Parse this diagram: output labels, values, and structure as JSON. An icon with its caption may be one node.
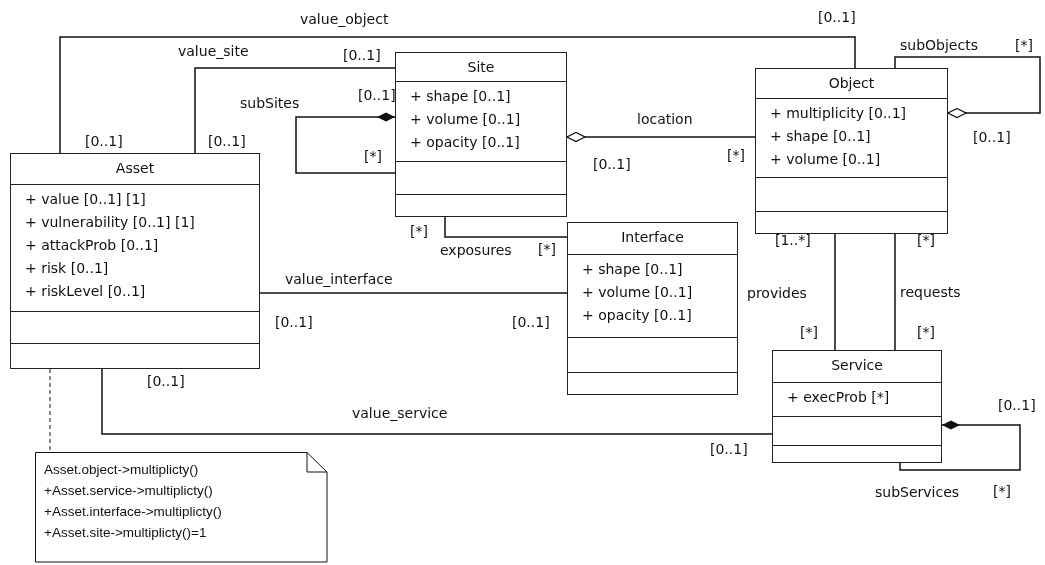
{
  "diagram": {
    "nodes": [
      {
        "text": [
          "Asset",
          "+ value [0..1] [1]",
          "+ vulnerability [0..1] [1]",
          "+ attackProb [0..1]",
          "+ risk [0..1]",
          "+ riskLevel [0..1]"
        ]
      },
      {
        "text": [
          "Site",
          "+ shape [0..1]",
          "+ volume [0..1]",
          "+ opacity [0..1]"
        ]
      },
      {
        "text": [
          "Object",
          "+ multiplicity [0..1]",
          "+ shape [0..1]",
          "+ volume [0..1]"
        ]
      },
      {
        "text": [
          "Interface",
          "+ shape [0..1]",
          "+ volume [0..1]",
          "+ opacity [0..1]"
        ]
      },
      {
        "text": [
          "Service",
          "+ execProb [*]"
        ]
      },
      {
        "text": [
          "Asset.object->multiplicty() +Asset.service->multiplicty() +Asset.interface->multiplicty() +Asset.site->multiplicty()=1"
        ]
      }
    ],
    "edges": [
      {
        "from": 0,
        "to": 2,
        "arrow": "none",
        "label": "value_object"
      },
      {
        "from": 0,
        "to": 1,
        "arrow": "none",
        "label": "value_site"
      },
      {
        "from": 1,
        "to": 1,
        "arrow": "other",
        "label": "subSites"
      },
      {
        "from": 1,
        "to": 2,
        "arrow": "other",
        "label": "location"
      },
      {
        "from": 2,
        "to": 2,
        "arrow": "other",
        "label": "subObjects"
      },
      {
        "from": 1,
        "to": 3,
        "arrow": "none",
        "label": "exposures"
      },
      {
        "from": 0,
        "to": 3,
        "arrow": "none",
        "label": "value_interface"
      },
      {
        "from": 0,
        "to": 4,
        "arrow": "none",
        "label": "value_service"
      },
      {
        "from": 2,
        "to": 4,
        "arrow": "none",
        "label": "provides"
      },
      {
        "from": 2,
        "to": 4,
        "arrow": "none",
        "label": "requests"
      },
      {
        "from": 4,
        "to": 4,
        "arrow": "other",
        "label": "subServices"
      },
      {
        "from": 0,
        "to": 5,
        "arrow": "none",
        "style": "dashed"
      }
    ],
    "labels": [
      "[0..1]",
      "[*]",
      "[0..1]",
      "[0..1]",
      "[0..1]",
      "[0..1]",
      "[0..1]",
      "[*]",
      "[*]",
      "[0..1]",
      "[*]",
      "[1..*]",
      "[*]",
      "[*]",
      "[0..1]",
      "[0..1]",
      "[*]",
      "[*]",
      "[0..1]",
      "[0..1]",
      "[0..1]",
      "[*]"
    ]
  }
}
